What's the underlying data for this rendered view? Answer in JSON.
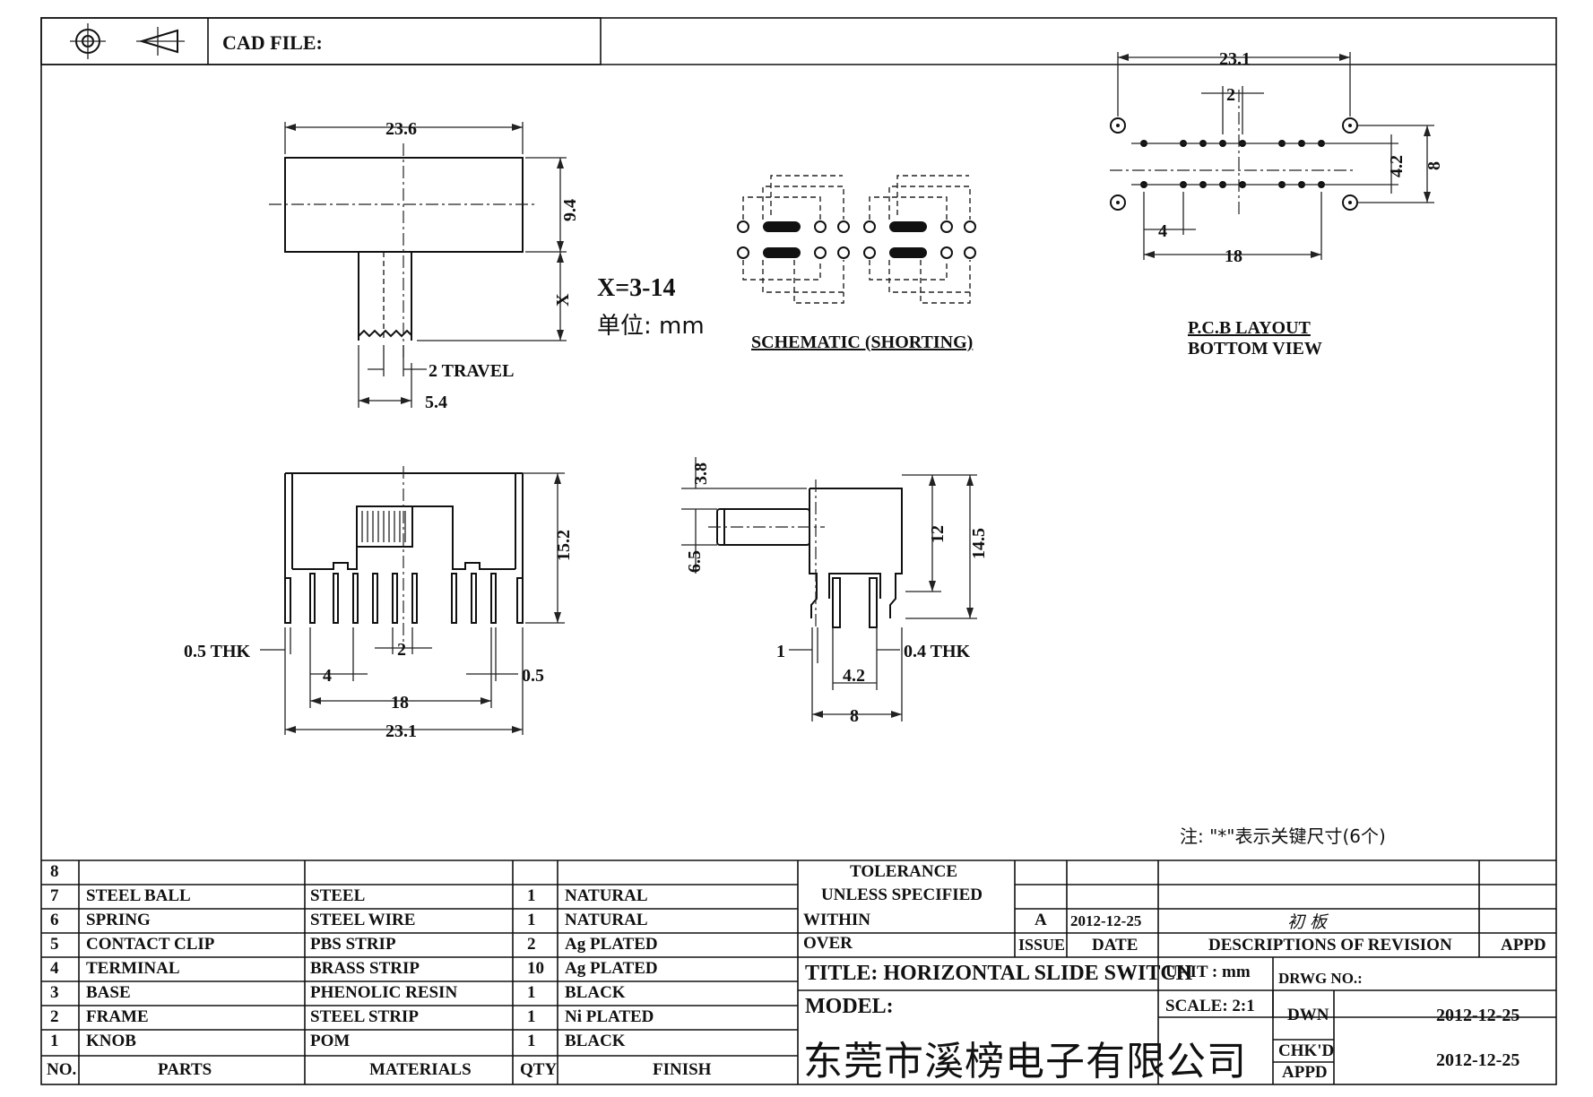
{
  "header": {
    "cad_file_label": "CAD FILE:",
    "symbols": [
      "crosshair-icon",
      "first-angle-projection-icon"
    ]
  },
  "views": {
    "top": {
      "width_dim": "23.6",
      "height_dim": "9.4",
      "x_dim": "X",
      "travel": "2 TRAVEL",
      "knob_width": "5.4",
      "x_range": "X=3-14",
      "unit_note": "单位: mm"
    },
    "schematic": {
      "caption": "SCHEMATIC (SHORTING)"
    },
    "pcb": {
      "overall": "23.1",
      "pitch": "2",
      "row_gap": "4.2",
      "depth": "8",
      "left_offset": "4",
      "span": "18",
      "caption_line1": "P.C.B LAYOUT",
      "caption_line2": "BOTTOM VIEW"
    },
    "front": {
      "height": "15.2",
      "thickness": "0.5 THK",
      "pitch": "2",
      "left_offset": "4",
      "tab": "0.5",
      "span": "18",
      "overall": "23.1"
    },
    "side": {
      "knob_len": "3.8",
      "knob_dia": "6.5",
      "body_h": "12",
      "total_h": "14.5",
      "pin_w": "1",
      "thk": "0.4 THK",
      "pin_gap": "4.2",
      "width": "8"
    },
    "note": "注: \"*\"表示关键尺寸(6个)"
  },
  "bom": {
    "headers": {
      "no": "NO.",
      "parts": "PARTS",
      "materials": "MATERIALS",
      "qty": "QTY",
      "finish": "FINISH"
    },
    "rows": [
      {
        "no": "8",
        "part": "",
        "material": "",
        "qty": "",
        "finish": ""
      },
      {
        "no": "7",
        "part": "STEEL BALL",
        "material": "STEEL",
        "qty": "1",
        "finish": "NATURAL"
      },
      {
        "no": "6",
        "part": "SPRING",
        "material": "STEEL WIRE",
        "qty": "1",
        "finish": "NATURAL"
      },
      {
        "no": "5",
        "part": "CONTACT CLIP",
        "material": "PBS STRIP",
        "qty": "2",
        "finish": "Ag PLATED"
      },
      {
        "no": "4",
        "part": "TERMINAL",
        "material": "BRASS STRIP",
        "qty": "10",
        "finish": "Ag PLATED"
      },
      {
        "no": "3",
        "part": "BASE",
        "material": "PHENOLIC RESIN",
        "qty": "1",
        "finish": "BLACK"
      },
      {
        "no": "2",
        "part": "FRAME",
        "material": "STEEL STRIP",
        "qty": "1",
        "finish": "Ni PLATED"
      },
      {
        "no": "1",
        "part": "KNOB",
        "material": "POM",
        "qty": "1",
        "finish": "BLACK"
      }
    ]
  },
  "title_block": {
    "tolerance_line1": "TOLERANCE",
    "tolerance_line2": "UNLESS  SPECIFIED",
    "within": "WITHIN",
    "over": "OVER",
    "issue_value": "A",
    "issue_date": "2012-12-25",
    "revision_desc": "初 板",
    "issue_label": "ISSUE",
    "date_label": "DATE",
    "desc_label": "DESCRIPTIONS OF REVISION",
    "appd_label": "APPD",
    "title": "TITLE: HORIZONTAL SLIDE SWITCH",
    "unit": "UNIT : mm",
    "drwg_no": "DRWG NO.:",
    "model": "MODEL:",
    "scale": "SCALE: 2:1",
    "dwn_label": "DWN",
    "dwn_date": "2012-12-25",
    "company": "东莞市溪榜电子有限公司",
    "chkd_label": "CHK'D",
    "appd2_label": "APPD",
    "chk_date": "2012-12-25"
  }
}
